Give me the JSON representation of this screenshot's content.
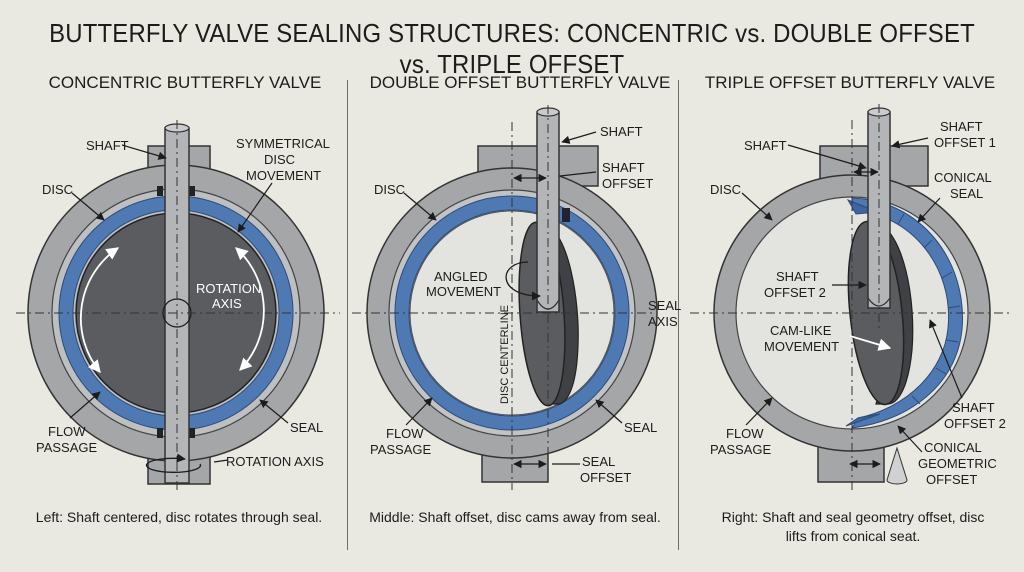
{
  "title": "BUTTERFLY VALVE SEALING STRUCTURES: CONCENTRIC vs. DOUBLE OFFSET vs. TRIPLE OFFSET",
  "panels": {
    "concentric": {
      "title": "CONCENTRIC BUTTERFLY VALVE",
      "caption": "Left: Shaft centered, disc rotates through seal.",
      "labels": {
        "shaft": "SHAFT",
        "sym1": "SYMMETRICAL",
        "sym2": "DISC",
        "sym3": "MOVEMENT",
        "disc": "DISC",
        "rot1": "ROTATION",
        "rot2": "AXIS",
        "flow1": "FLOW",
        "flow2": "PASSAGE",
        "seal": "SEAL",
        "rotaxis": "ROTATION AXIS"
      }
    },
    "double": {
      "title": "DOUBLE OFFSET BUTTERFLY VALVE",
      "caption": "Middle: Shaft offset, disc cams away from seal.",
      "labels": {
        "shaft": "SHAFT",
        "shoff1": "SHAFT",
        "shoff2": "OFFSET",
        "disc": "DISC",
        "ang1": "ANGLED",
        "ang2": "MOVEMENT",
        "sealaxis1": "SEAL",
        "sealaxis2": "AXIS",
        "centerline": "DISC CENTERLINE",
        "flow1": "FLOW",
        "flow2": "PASSAGE",
        "seal": "SEAL",
        "sealoff1": "SEAL",
        "sealoff2": "OFFSET"
      }
    },
    "triple": {
      "title": "TRIPLE OFFSET BUTTERFLY VALVE",
      "caption_line1": "Right: Shaft and seal geometry offset, disc",
      "caption_line2": "lifts from conical seat.",
      "labels": {
        "shaft": "SHAFT",
        "shoff1a": "SHAFT",
        "shoff1b": "OFFSET 1",
        "disc": "DISC",
        "con1": "CONICAL",
        "con2": "SEAL",
        "shoff2a": "SHAFT",
        "shoff2b": "OFFSET 2",
        "cam1": "CAM-LIKE",
        "cam2": "MOVEMENT",
        "flow1": "FLOW",
        "flow2": "PASSAGE",
        "shoff2c": "SHAFT",
        "shoff2d": "OFFSET 2",
        "geo1": "CONICAL",
        "geo2": "GEOMETRIC",
        "geo3": "OFFSET"
      }
    }
  },
  "colors": {
    "background": "#e9e8e1",
    "body": "#a4a6a8",
    "disc": "#5a5c5f",
    "seal": "#4f79b3",
    "shaft": "#b3b5b7"
  }
}
